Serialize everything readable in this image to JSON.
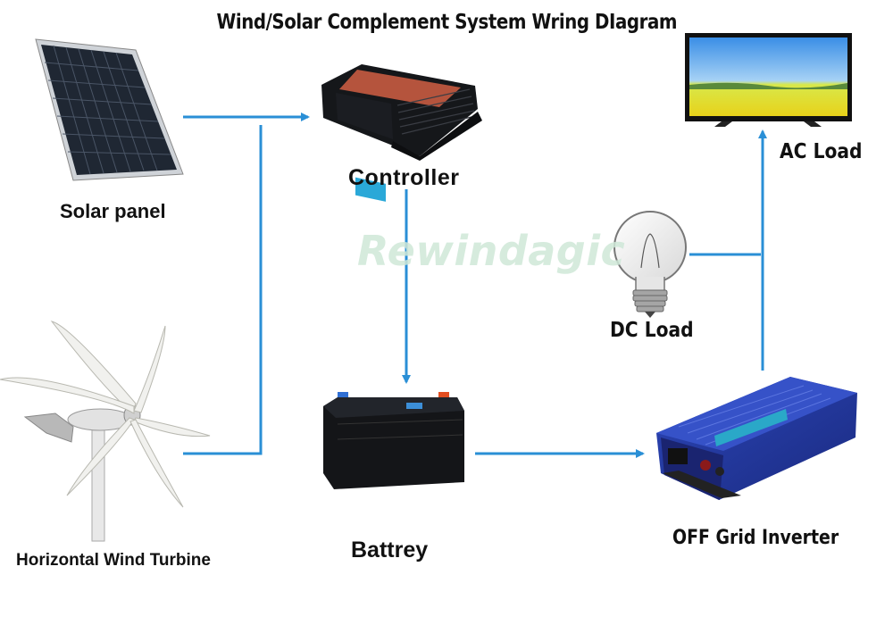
{
  "title": "Wind/Solar Complement System Wring DIagram",
  "watermark": "Rewindagic",
  "labels": {
    "solar_panel": "Solar panel",
    "controller": "Controller",
    "ac_load": "AC Load",
    "dc_load": "DC Load",
    "battery": "Battrey",
    "inverter": "OFF Grid Inverter",
    "wind_turbine": "Horizontal Wind Turbine"
  },
  "colors": {
    "connector": "#2a8fd6",
    "watermark": "#cfe8d8"
  }
}
